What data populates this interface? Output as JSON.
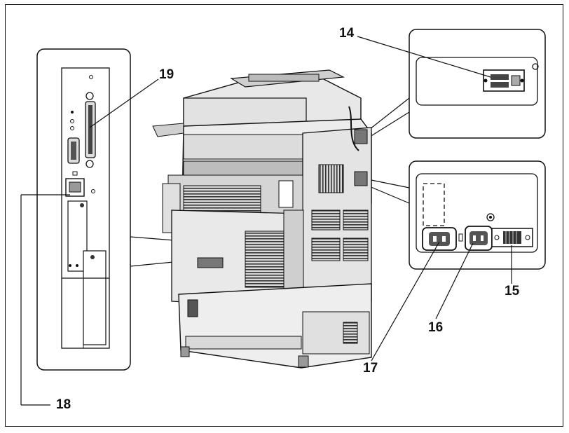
{
  "callouts": {
    "c14": "14",
    "c15": "15",
    "c16": "16",
    "c17": "17",
    "c18": "18",
    "c19": "19"
  },
  "colors": {
    "line": "#111111",
    "body_light": "#e6e6e6",
    "body_mid": "#bdbdbd",
    "body_dark": "#555555"
  },
  "icons": [
    "parallel-port-icon",
    "serial-port-icon",
    "ethernet-port-icon",
    "usb-port-icon",
    "power-inlet-icon",
    "main-switch-icon"
  ]
}
